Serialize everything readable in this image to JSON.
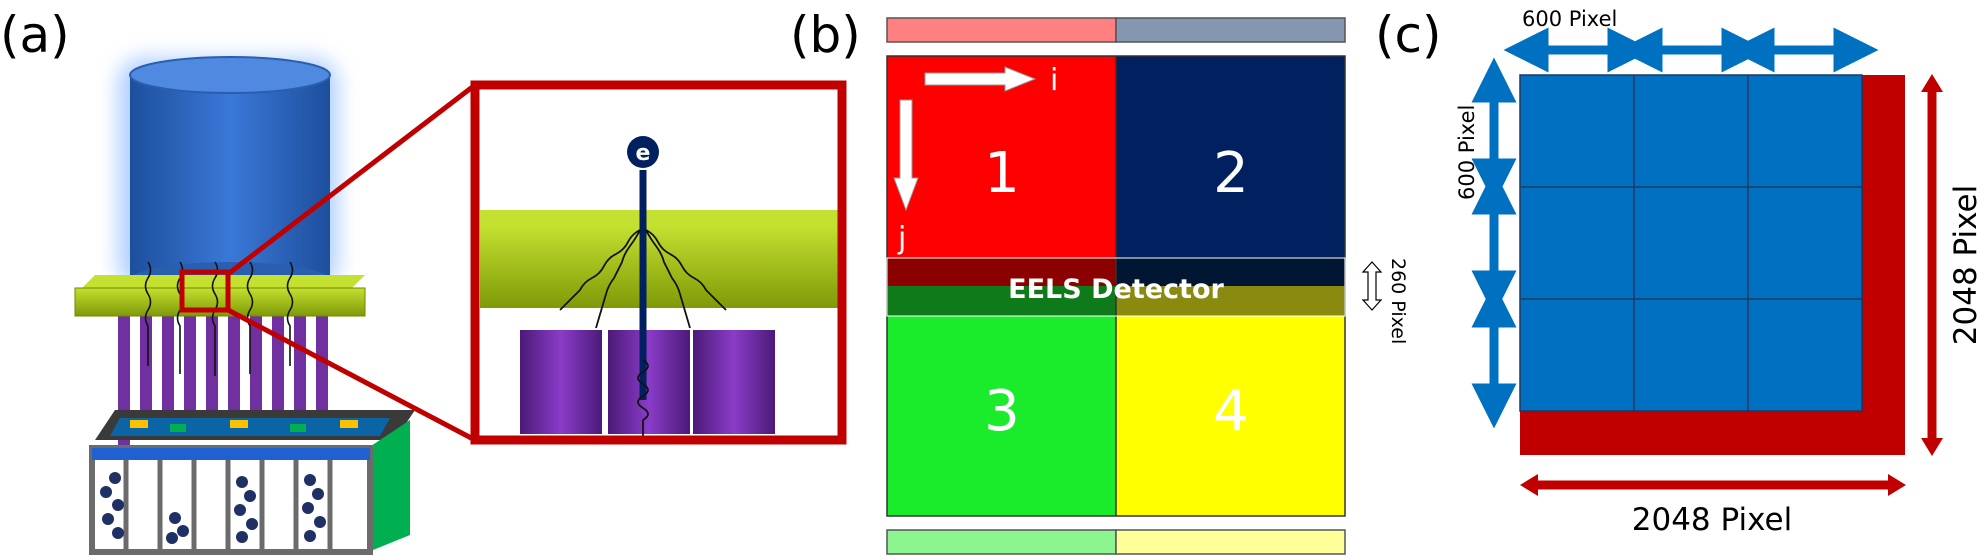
{
  "panels": {
    "a": {
      "label": "(a)",
      "electron_symbol": "e"
    },
    "b": {
      "label": "(b)",
      "quadrants": [
        "1",
        "2",
        "3",
        "4"
      ],
      "axis_i": "i",
      "axis_j": "j",
      "detector_label": "EELS Detector",
      "detector_height": "260 Pixel"
    },
    "c": {
      "label": "(c)",
      "tile_width": "600 Pixel",
      "tile_height": "600 Pixel",
      "total_width": "2048 Pixel",
      "total_height": "2048 Pixel"
    }
  },
  "colors": {
    "accent_red": "#c00000",
    "tile_blue": "#0070c0",
    "navy": "#002060",
    "q1": "#ff0000",
    "q2": "#002060",
    "q3": "#1aec2c",
    "q4": "#ffff00",
    "purple": "#7030a0",
    "olive": "#a3c010"
  }
}
